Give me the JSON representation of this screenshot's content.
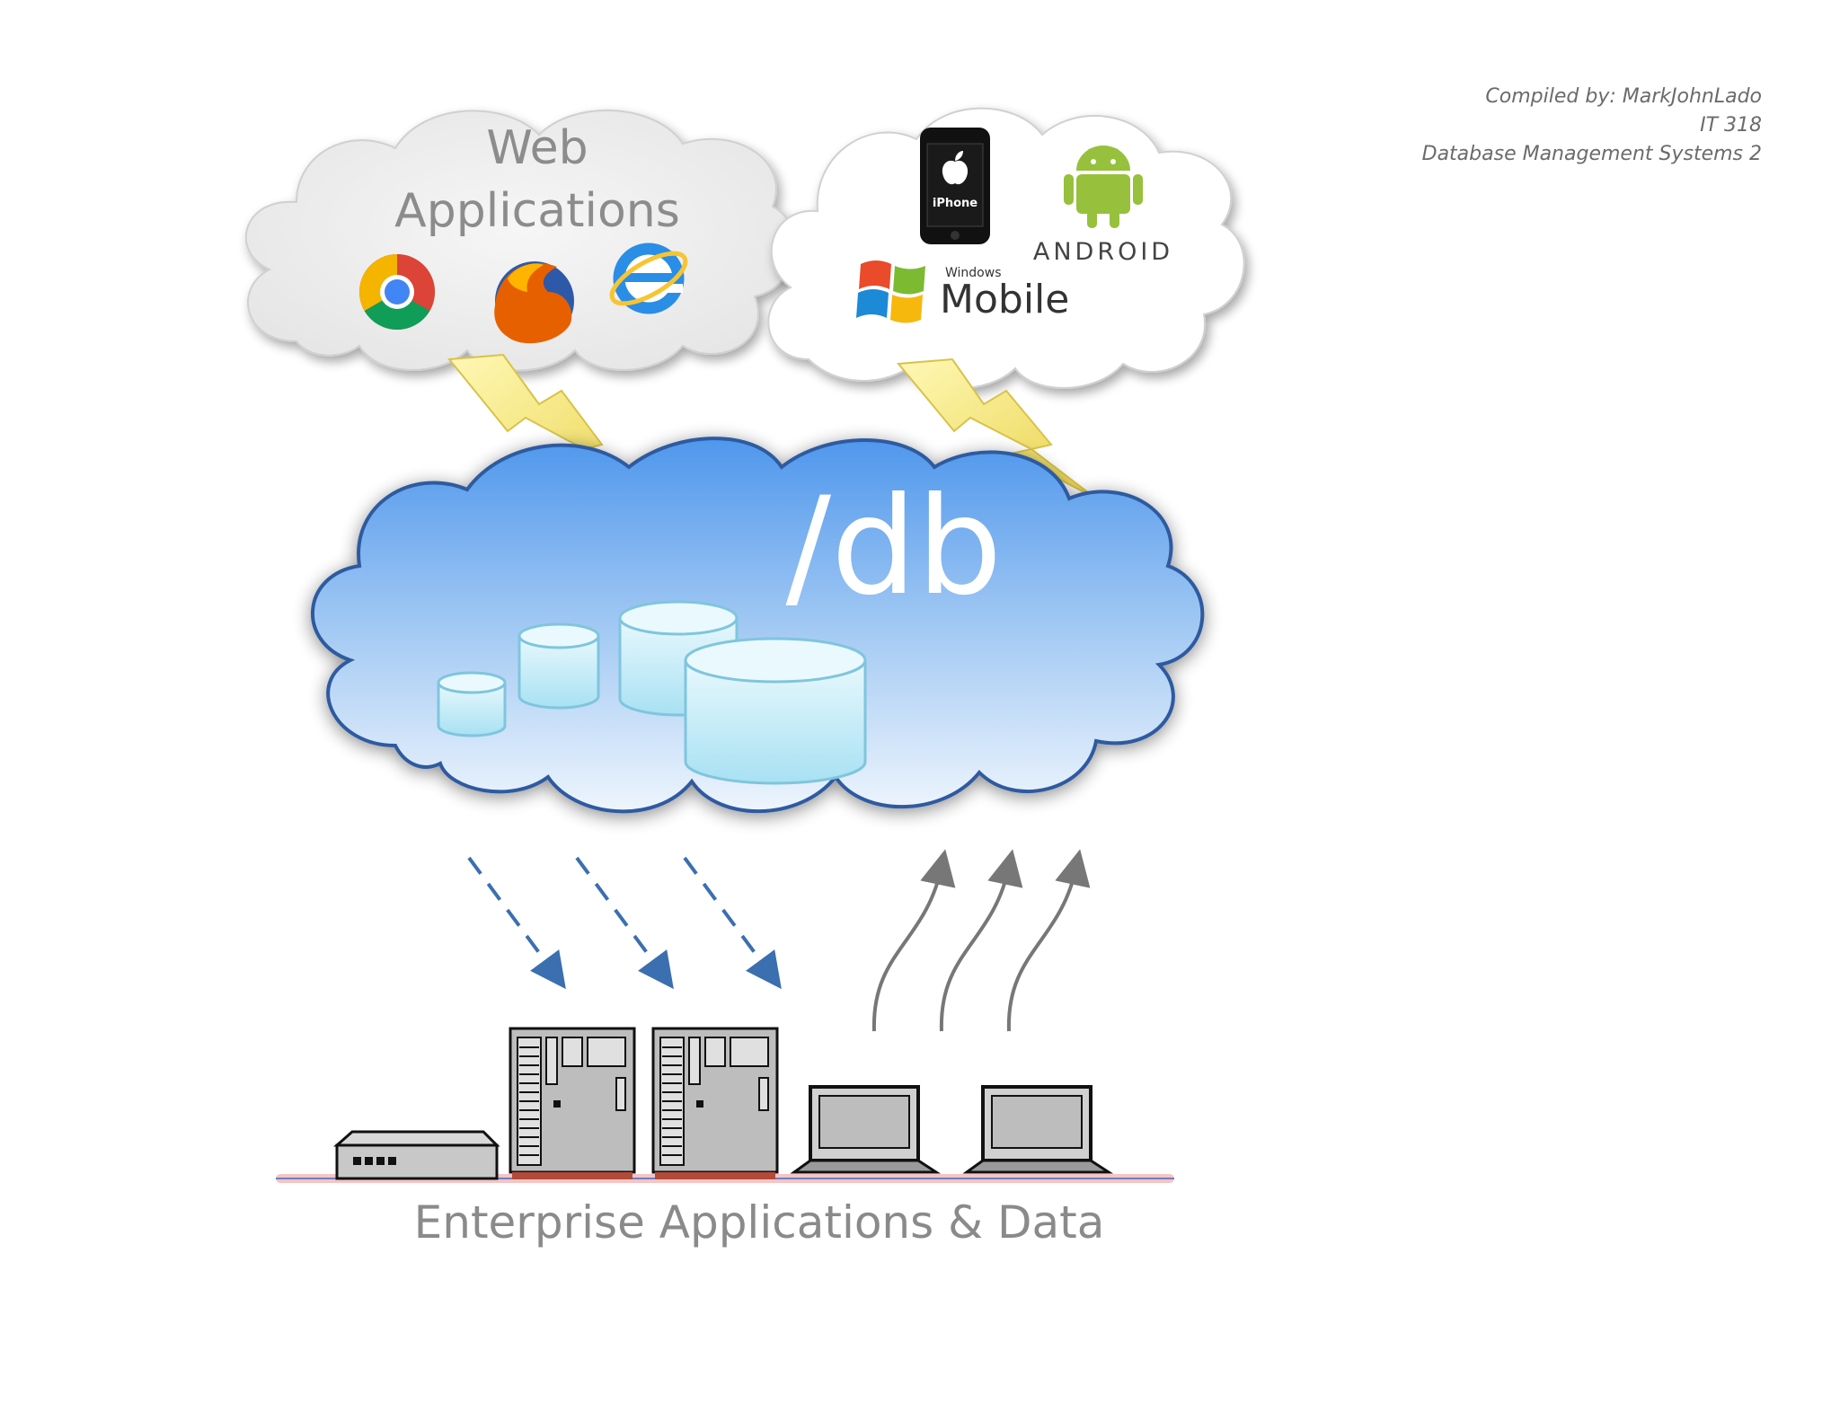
{
  "header": {
    "compiled_by": "Compiled by: MarkJohnLado",
    "course_code": "IT 318",
    "course_name": "Database Management Systems 2"
  },
  "web_cloud": {
    "line1": "Web",
    "line2": "Applications",
    "icons": [
      "chrome-icon",
      "firefox-icon",
      "internet-explorer-icon"
    ]
  },
  "mobile_cloud": {
    "iphone_label": "iPhone",
    "android_label": "ANDROID",
    "windows_small": "Windows",
    "windows_big": "Mobile",
    "icons": [
      "iphone-icon",
      "android-icon",
      "windows-mobile-icon"
    ]
  },
  "db_cloud": {
    "label": "/db"
  },
  "enterprise": {
    "label": "Enterprise Applications & Data"
  },
  "colors": {
    "cloud_blue": "#5aa3ef",
    "db_cylinder": "#bfeaf7",
    "lightning": "#f3e46a",
    "down_arrow": "#3b6fb0",
    "up_arrow": "#777777"
  }
}
